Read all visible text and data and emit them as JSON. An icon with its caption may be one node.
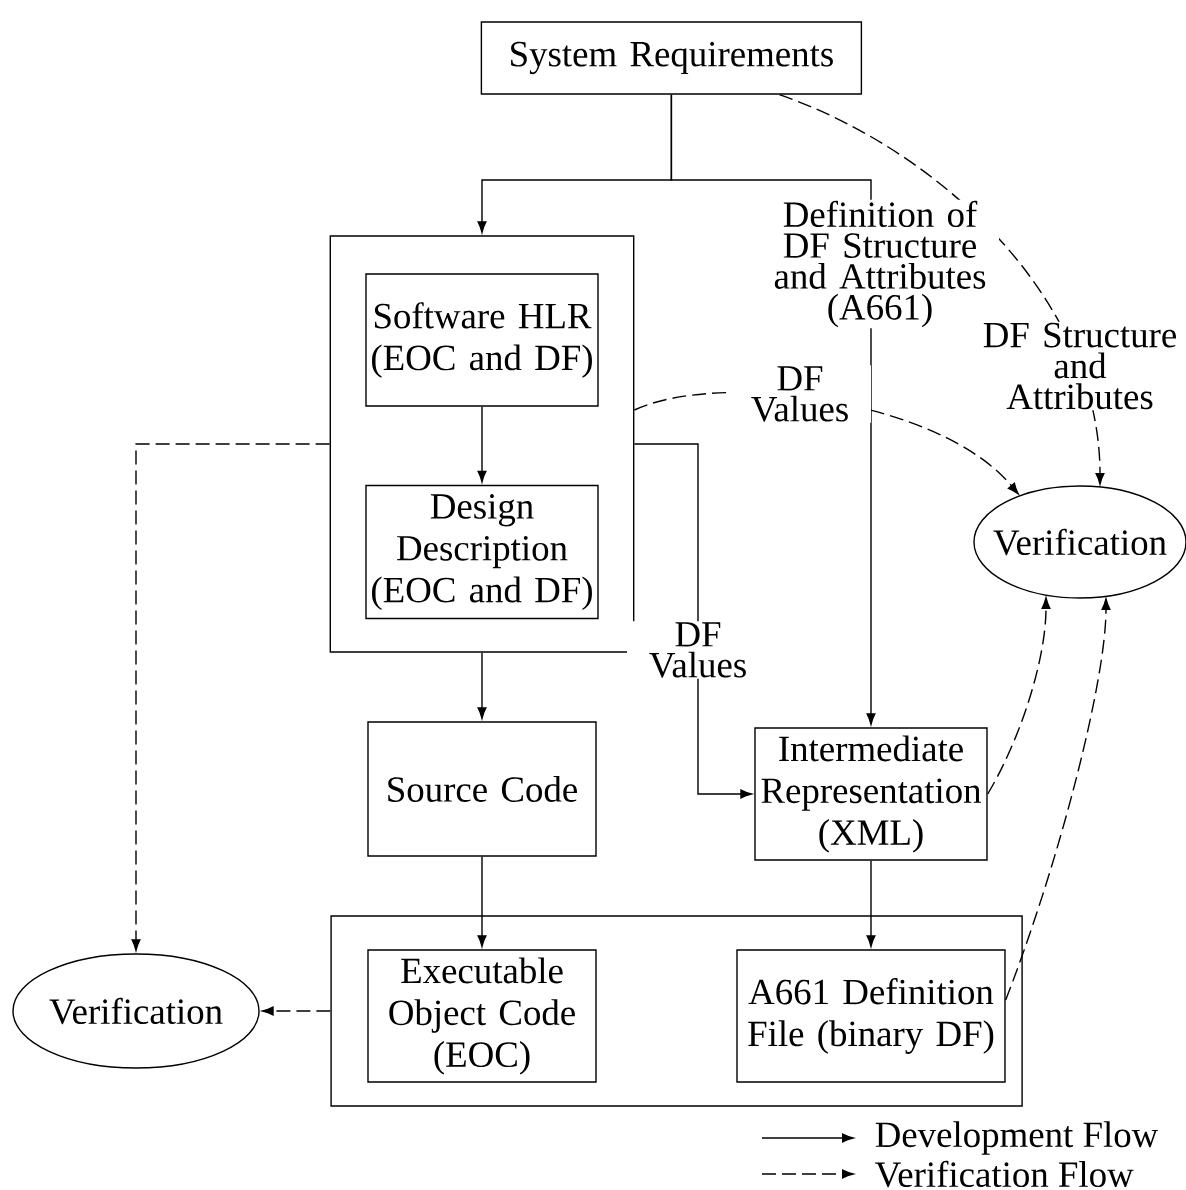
{
  "diagram": {
    "nodes": [
      {
        "text": [
          "System Requirements"
        ]
      },
      {
        "text": [],
        "shape": "box"
      },
      {
        "text": [
          "Software HLR (EOC and DF)"
        ],
        "in": 1
      },
      {
        "text": [
          "Design Description (EOC and DF)"
        ],
        "in": 1
      },
      {
        "text": [
          "Verification"
        ]
      },
      {
        "text": [
          "Source Code"
        ]
      },
      {
        "text": [
          "Intermediate Representation (XML)"
        ]
      },
      {
        "text": [],
        "shape": "box"
      },
      {
        "text": [
          "Executable Object Code (EOC)"
        ],
        "in": 7
      },
      {
        "text": [
          "A661 Definition File (binary DF)"
        ],
        "in": 7
      },
      {
        "text": [
          "Verification"
        ]
      }
    ],
    "edges": [
      {
        "from": 0,
        "to": 1,
        "arrow": "to"
      },
      {
        "from": 0,
        "to": 6,
        "arrow": "to",
        "label": "Definition of DF Structure and Attributes (A661)"
      },
      {
        "from": 0,
        "to": 4,
        "arrow": "to",
        "style": "dashed",
        "label": "DF Structure and Attributes"
      },
      {
        "from": 2,
        "to": 3,
        "arrow": "to"
      },
      {
        "from": 1,
        "to": 4,
        "arrow": "to",
        "style": "dashed",
        "label": "DF Values"
      },
      {
        "from": 1,
        "to": 6,
        "arrow": "to",
        "label": "DF Values"
      },
      {
        "from": 1,
        "to": 10,
        "arrow": "to",
        "style": "dashed"
      },
      {
        "from": 1,
        "to": 5,
        "arrow": "to"
      },
      {
        "from": 5,
        "to": 8,
        "arrow": "to"
      },
      {
        "from": 6,
        "to": 9,
        "arrow": "to"
      },
      {
        "from": 6,
        "to": 4,
        "arrow": "to",
        "style": "dashed"
      },
      {
        "from": 9,
        "to": 4,
        "arrow": "to",
        "style": "dashed"
      },
      {
        "from": 7,
        "to": 10,
        "arrow": "to",
        "style": "dashed"
      }
    ],
    "legend": [
      {
        "text": "Development Flow"
      },
      {
        "text": "Verification Flow"
      }
    ]
  }
}
